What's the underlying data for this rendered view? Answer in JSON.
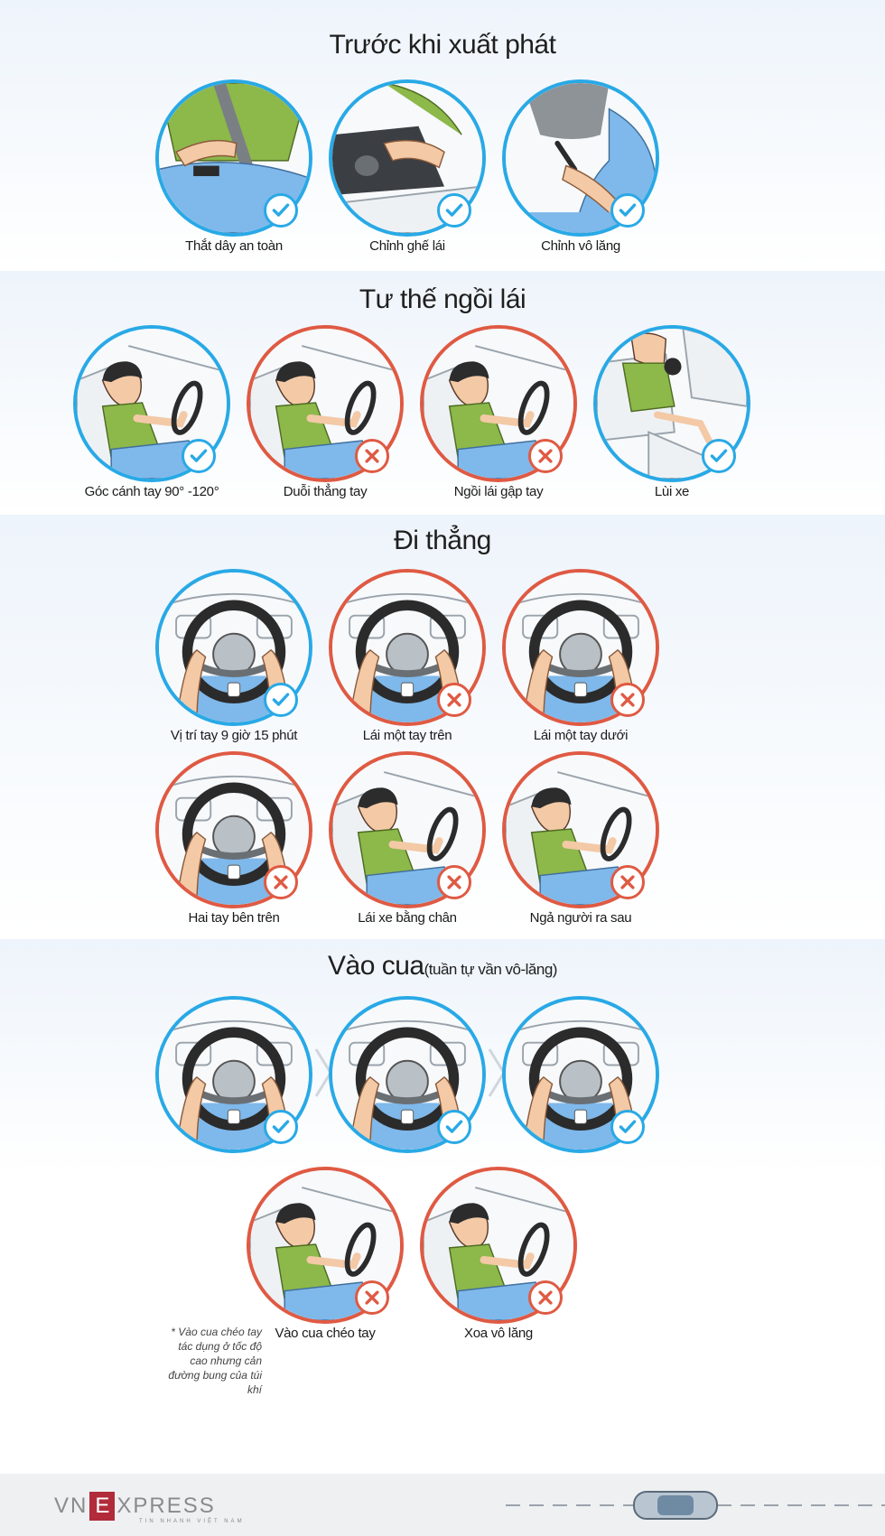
{
  "sections": {
    "s1": {
      "title": "Trước khi xuất phát",
      "items": [
        {
          "label": "Thắt dây an toàn",
          "status": "good"
        },
        {
          "label": "Chỉnh ghế lái",
          "status": "good"
        },
        {
          "label": "Chỉnh vô lăng",
          "status": "good"
        }
      ]
    },
    "s2": {
      "title": "Tư thế ngồi lái",
      "items": [
        {
          "label": "Góc cánh tay 90° -120°",
          "status": "good"
        },
        {
          "label": "Duỗi thẳng tay",
          "status": "bad"
        },
        {
          "label": "Ngồi lái gập tay",
          "status": "bad"
        },
        {
          "label": "Lùi xe",
          "status": "good"
        }
      ]
    },
    "s3": {
      "title": "Đi thẳng",
      "items": [
        {
          "label": "Vị trí tay 9 giờ 15 phút",
          "status": "good"
        },
        {
          "label": "Lái một tay trên",
          "status": "bad"
        },
        {
          "label": "Lái một tay dưới",
          "status": "bad"
        },
        {
          "label": "Hai tay bên trên",
          "status": "bad"
        },
        {
          "label": "Lái xe bằng chân",
          "status": "bad"
        },
        {
          "label": "Ngả người ra sau",
          "status": "bad"
        }
      ]
    },
    "s4": {
      "title": "Vào cua",
      "subtitle": "(tuần tự vần vô-lăng)",
      "items": [
        {
          "label": "",
          "status": "good"
        },
        {
          "label": "",
          "status": "good"
        },
        {
          "label": "",
          "status": "good"
        },
        {
          "label": "Vào cua chéo tay",
          "status": "bad"
        },
        {
          "label": "Xoa vô lăng",
          "status": "bad"
        }
      ],
      "note": "* Vào cua chéo tay tác dụng ở tốc độ cao nhưng cản đường bung của túi khí"
    }
  },
  "icons": {
    "good": "check-icon",
    "bad": "cross-icon"
  },
  "colors": {
    "good": "#29a9e6",
    "bad": "#df5a43",
    "shirt": "#8db84a",
    "pants": "#7fb8ea"
  },
  "footer": {
    "logo_prefix": "VN",
    "logo_e": "E",
    "logo_suffix": "XPRESS",
    "tagline": "TIN NHANH VIỆT NAM"
  }
}
